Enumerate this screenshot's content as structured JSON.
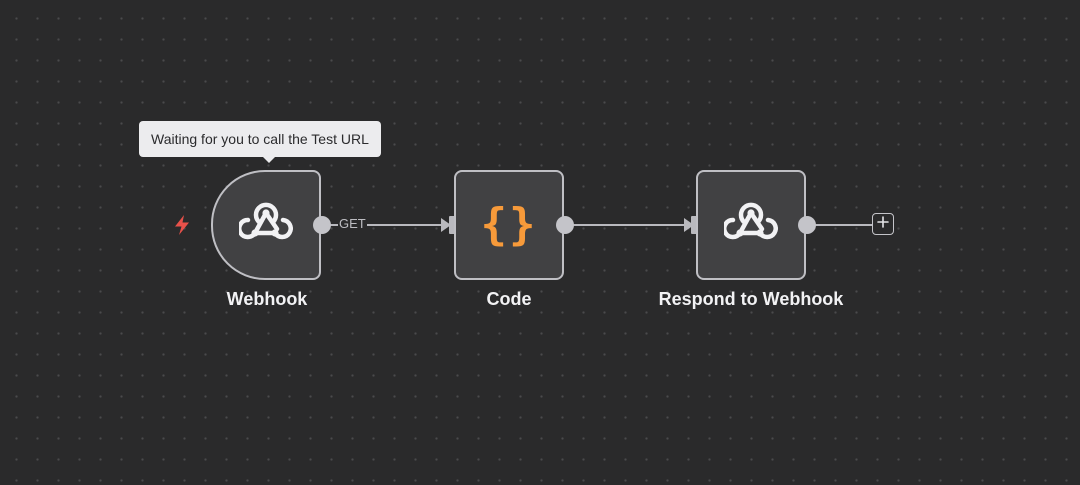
{
  "tooltip": {
    "text": "Waiting for you to call the Test URL"
  },
  "nodes": [
    {
      "label": "Webhook",
      "icon": "webhook-icon",
      "type": "trigger"
    },
    {
      "label": "Code",
      "icon": "code-braces-icon",
      "icon_glyph": "{}"
    },
    {
      "label": "Respond to Webhook",
      "icon": "webhook-icon"
    }
  ],
  "connections": [
    {
      "label": "GET"
    }
  ],
  "colors": {
    "canvas_bg": "#2a2a2b",
    "node_bg": "#414143",
    "node_border": "#bfbfc4",
    "code_icon": "#f79a3a",
    "trigger_icon": "#e8514a",
    "tooltip_bg": "#ececee"
  },
  "icons": {
    "trigger": "lightning-icon",
    "add": "plus-icon"
  }
}
